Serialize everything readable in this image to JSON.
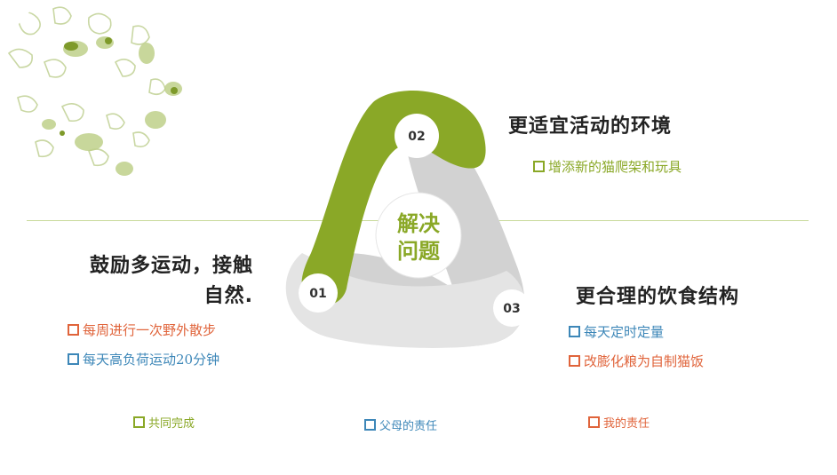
{
  "center": {
    "line1": "解决",
    "line2": "问题"
  },
  "nodes": {
    "n1": "01",
    "n2": "02",
    "n3": "03"
  },
  "sections": {
    "top_right": {
      "heading": "更适宜活动的环境",
      "items": [
        {
          "text": "增添新的猫爬架和玩具",
          "marker": "green"
        }
      ]
    },
    "left": {
      "heading_line1": "鼓励多运动，接触",
      "heading_line2": "自然.",
      "items": [
        {
          "text": "每周进行一次野外散步",
          "marker": "red"
        },
        {
          "text": "每天高负荷运动20分钟",
          "marker": "blue"
        }
      ]
    },
    "bottom_right": {
      "heading": "更合理的饮食结构",
      "items": [
        {
          "text": "每天定时定量",
          "marker": "blue"
        },
        {
          "text": "改膨化粮为自制猫饭",
          "marker": "red"
        }
      ]
    }
  },
  "legend": [
    {
      "text": "共同完成",
      "marker": "green"
    },
    {
      "text": "父母的责任",
      "marker": "blue"
    },
    {
      "text": "我的责任",
      "marker": "red"
    }
  ],
  "colors": {
    "green": "#8aa827",
    "red": "#e0643b",
    "blue": "#3d87b8",
    "grey": "#cfcfcf"
  },
  "icons": {
    "decoration": "cat-pattern-decoration"
  }
}
